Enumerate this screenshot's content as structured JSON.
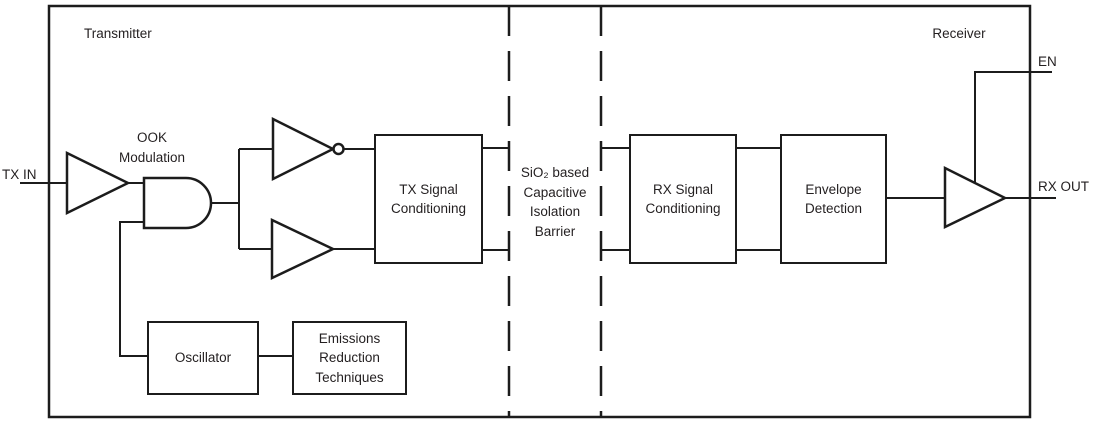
{
  "colors": {
    "line": "#1c1c1c",
    "text": "#231f20",
    "background": "#ffffff"
  },
  "regions": {
    "transmitter": "Transmitter",
    "receiver": "Receiver"
  },
  "ports": {
    "tx_in": "TX IN",
    "en": "EN",
    "rx_out": "RX OUT"
  },
  "annotations": {
    "ook_modulation": "OOK\nModulation",
    "isolation_barrier": "SiO₂ based\nCapacitive\nIsolation\nBarrier"
  },
  "blocks": {
    "tx_signal_conditioning": "TX Signal\nConditioning",
    "rx_signal_conditioning": "RX Signal\nConditioning",
    "envelope_detection": "Envelope\nDetection",
    "oscillator": "Oscillator",
    "emissions_reduction": "Emissions\nReduction\nTechniques"
  },
  "icons": {
    "input_buffer": "buffer-triangle",
    "and_gate": "and-gate-d-shape",
    "top_inverter": "inverter-triangle-with-bubble",
    "bottom_buffer": "buffer-triangle",
    "output_buffer": "buffer-triangle"
  }
}
